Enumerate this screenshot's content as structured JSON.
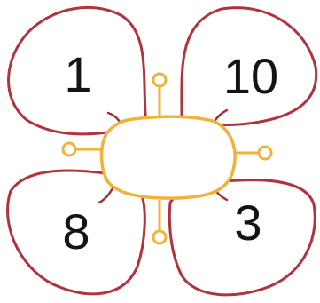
{
  "flower": {
    "petals": [
      {
        "position": "top-left",
        "number": "1"
      },
      {
        "position": "top-right",
        "number": "10"
      },
      {
        "position": "bottom-left",
        "number": "8"
      },
      {
        "position": "bottom-right",
        "number": "3"
      }
    ]
  },
  "colors": {
    "petal_outline": "#b0343f",
    "center_outline": "#f0b23a",
    "text": "#141414"
  }
}
